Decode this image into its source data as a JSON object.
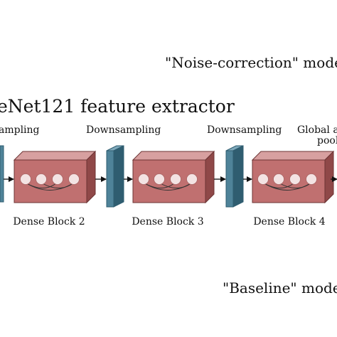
{
  "title_noise": "\"Noise-correction\" mode",
  "title_extractor": "eNet121 feature extractor",
  "title_baseline": "\"Baseline\" mode",
  "label_downsampling_partial": "ampling",
  "label_downsampling_1": "Downsampling",
  "label_downsampling_2": "Downsampling",
  "label_global_line1": "Global a",
  "label_global_line2": "pool",
  "blocks": [
    {
      "label": "Dense Block 2"
    },
    {
      "label": "Dense Block 3"
    },
    {
      "label": "Dense Block 4"
    }
  ],
  "colors": {
    "block_front": "#c07070",
    "block_top": "#d7a0a0",
    "block_side": "#8f4848",
    "block_stroke": "#6d3535",
    "node_fill": "#f3e3e3",
    "trans_front": "#4f8399",
    "trans_side": "#2f5d70",
    "trans_top": "#7fa9bb"
  }
}
